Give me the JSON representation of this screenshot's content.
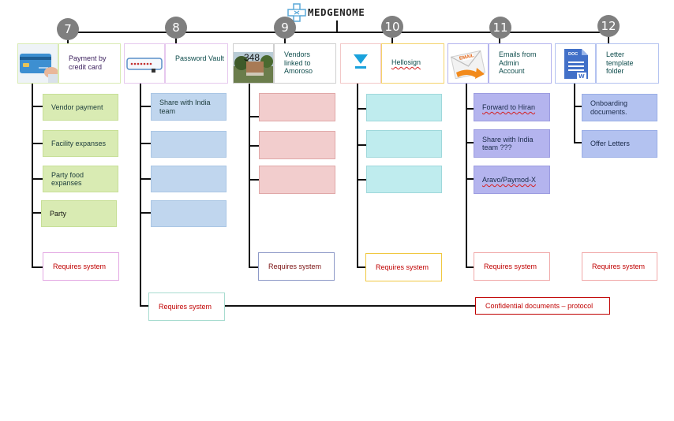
{
  "brand": {
    "name": "MEDGENOME"
  },
  "colors": {
    "green_box": "#d9ebb3",
    "blue_box": "#c0d6ee",
    "pink_box": "#f2cdcd",
    "cyan_box": "#bfecee",
    "lavender_box": "#b4b4ee",
    "periwinkle_box": "#b3c2f0",
    "requirement_text": "#c00000"
  },
  "columns": [
    {
      "number": "7",
      "title": "Payment by credit card",
      "icon": "credit-card-image",
      "items": [
        "Vendor payment",
        "Facility expanses",
        "Party food expanses",
        "Party"
      ],
      "requirement": "Requires system"
    },
    {
      "number": "8",
      "title": "Password Vault",
      "icon": "password-field-icon",
      "items": [
        "Share with India team",
        "",
        "",
        ""
      ],
      "requirement": "Requires system"
    },
    {
      "number": "9",
      "title": "Vendors linked to Amoroso",
      "icon": "building-photo",
      "image_overlay_text": "348",
      "items": [
        "",
        "",
        ""
      ],
      "requirement": "Requires system"
    },
    {
      "number": "10",
      "title": "Hellosign",
      "icon": "hellosign-logo-icon",
      "items": [
        "",
        "",
        ""
      ],
      "requirement": "Requires system"
    },
    {
      "number": "11",
      "title": "Emails from Admin Account",
      "icon": "email-envelope-icon",
      "icon_text": "EMAIL",
      "items": [
        "Forward to Hiran",
        "Share with India team ???",
        "Aravo/Paymod-X"
      ],
      "requirement": "Requires system"
    },
    {
      "number": "12",
      "title": "Letter template folder",
      "icon": "word-document-icon",
      "icon_text": "DOC",
      "items": [
        "Onboarding documents.",
        "Offer Letters"
      ],
      "requirement": "Requires system"
    }
  ],
  "confidential": {
    "label": "Confidential documents – protocol"
  }
}
